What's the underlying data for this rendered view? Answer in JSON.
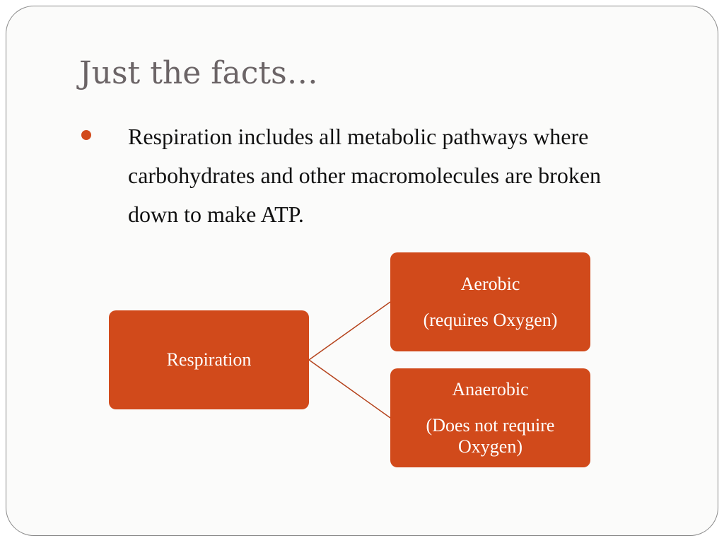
{
  "slide": {
    "title": "Just the facts…",
    "bullets": [
      "Respiration includes all metabolic pathways where carbohydrates and other macromolecules are broken down to make ATP."
    ]
  },
  "diagram": {
    "root": {
      "label": "Respiration"
    },
    "branches": [
      {
        "label": "Aerobic",
        "detail": "(requires Oxygen)"
      },
      {
        "label": "Anaerobic",
        "detail": "(Does not require Oxygen)"
      }
    ]
  },
  "colors": {
    "accent": "#d14a1b",
    "title": "#6b6466",
    "body_text": "#111111",
    "box_text": "#ffffff",
    "connector": "#b5431c",
    "background": "#fbfbfa"
  }
}
